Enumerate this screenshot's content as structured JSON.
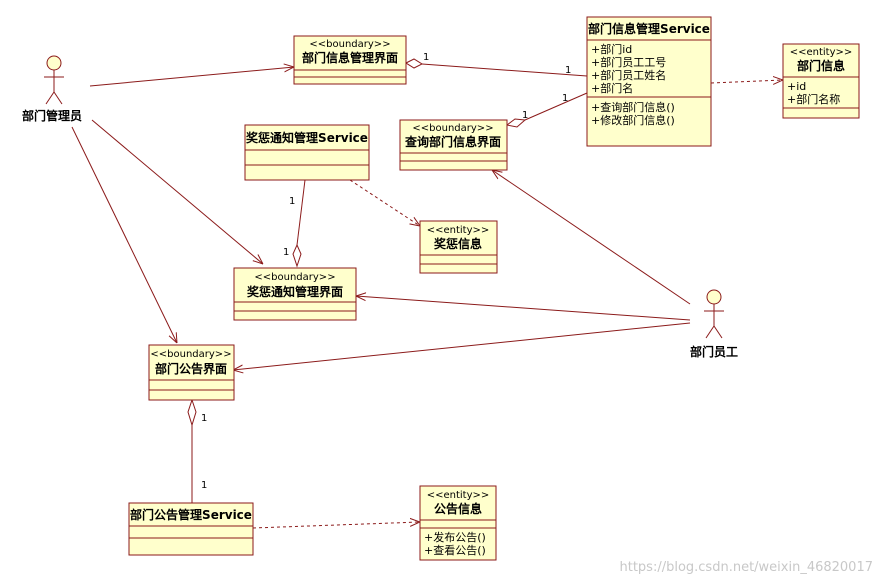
{
  "actors": {
    "manager": "部门管理员",
    "employee": "部门员工"
  },
  "classes": {
    "dept_ui": {
      "stereotype": "<<boundary>>",
      "name": "部门信息管理界面"
    },
    "dept_service": {
      "name": "部门信息管理Service",
      "attributes": [
        "+部门id",
        "+部门员工工号",
        "+部门员工姓名",
        "+部门名"
      ],
      "operations": [
        "+查询部门信息()",
        "+修改部门信息()"
      ]
    },
    "dept_info": {
      "stereotype": "<<entity>>",
      "name": "部门信息",
      "attributes": [
        "+id",
        "+部门名称"
      ]
    },
    "query_ui": {
      "stereotype": "<<boundary>>",
      "name": "查询部门信息界面"
    },
    "reward_service": {
      "name": "奖惩通知管理Service"
    },
    "reward_info": {
      "stereotype": "<<entity>>",
      "name": "奖惩信息"
    },
    "reward_ui": {
      "stereotype": "<<boundary>>",
      "name": "奖惩通知管理界面"
    },
    "notice_ui": {
      "stereotype": "<<boundary>>",
      "name": "部门公告界面"
    },
    "notice_service": {
      "name": "部门公告管理Service"
    },
    "notice_info": {
      "stereotype": "<<entity>>",
      "name": "公告信息",
      "operations": [
        "+发布公告()",
        "+查看公告()"
      ]
    }
  },
  "multiplicities": {
    "m1": "1",
    "m2": "1",
    "m3": "1",
    "m4": "1",
    "m5": "1",
    "m6": "1",
    "m7": "1",
    "m8": "1"
  },
  "watermark": "https://blog.csdn.net/weixin_46820017"
}
